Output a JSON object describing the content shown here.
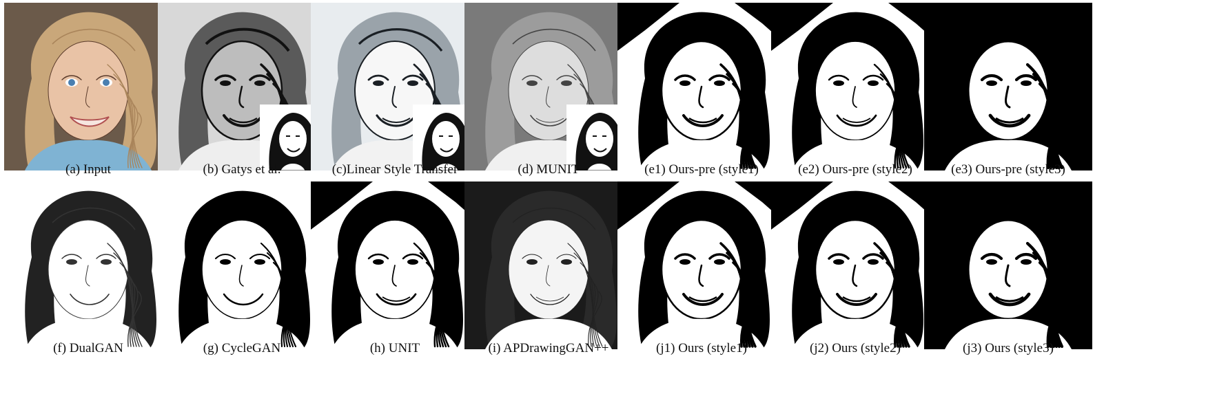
{
  "figure": {
    "rows": [
      {
        "panels": [
          {
            "caption": "(a) Input",
            "style": "photo",
            "inset": false
          },
          {
            "caption": "(b) Gatys et al.",
            "style": "gatys",
            "inset": true
          },
          {
            "caption": "(c)Linear Style Transfer",
            "style": "linear",
            "inset": true
          },
          {
            "caption": "(d) MUNIT",
            "style": "munit",
            "inset": true
          },
          {
            "caption": "(e1) Ours-pre (style1)",
            "style": "bw",
            "inset": false
          },
          {
            "caption": "(e2) Ours-pre (style2)",
            "style": "bw-thin",
            "inset": false
          },
          {
            "caption": "(e3) Ours-pre (style3)",
            "style": "bw-heavy",
            "inset": false
          }
        ]
      },
      {
        "panels": [
          {
            "caption": "(f) DualGAN",
            "style": "sketch-light",
            "inset": false
          },
          {
            "caption": "(g) CycleGAN",
            "style": "sketch-sparse",
            "inset": false
          },
          {
            "caption": "(h) UNIT",
            "style": "bw-thin",
            "inset": false
          },
          {
            "caption": "(i) APDrawingGAN++",
            "style": "pencil",
            "inset": false
          },
          {
            "caption": "(j1) Ours (style1)",
            "style": "bw",
            "inset": false
          },
          {
            "caption": "(j2) Ours (style2)",
            "style": "bw",
            "inset": false
          },
          {
            "caption": "(j3) Ours (style3)",
            "style": "bw-heavy",
            "inset": false
          }
        ]
      }
    ]
  }
}
